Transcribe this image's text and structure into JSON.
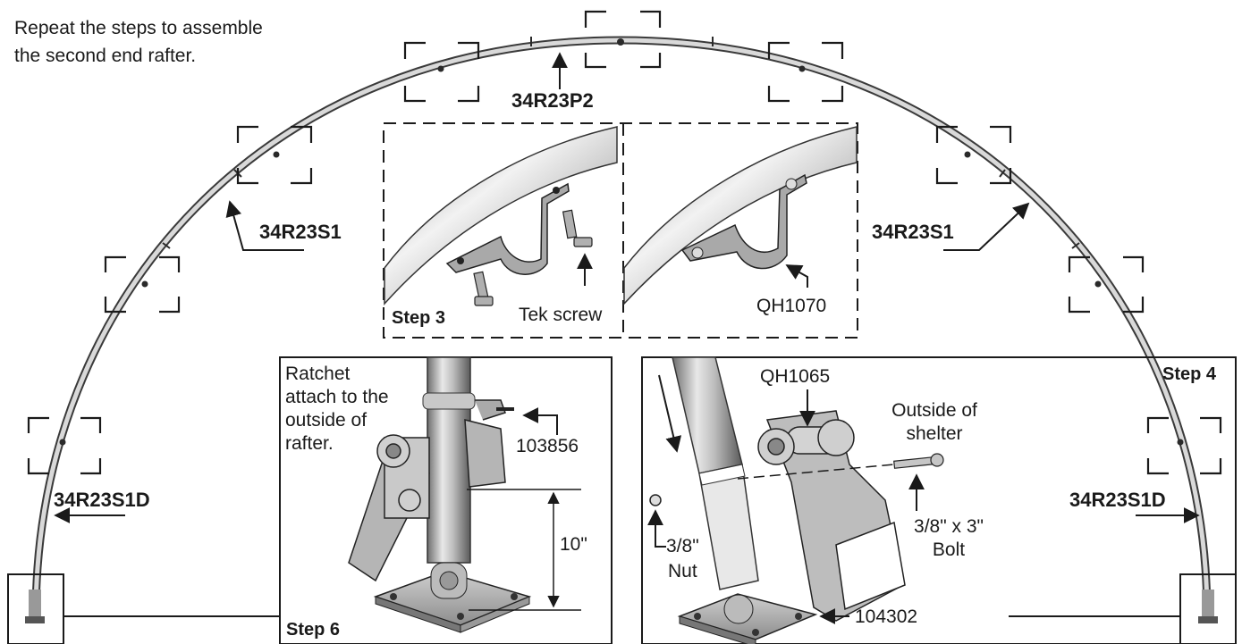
{
  "intro": {
    "line1": "Repeat the steps to assemble",
    "line2": "the second end rafter."
  },
  "parts": {
    "top_peak": "34R23P2",
    "side_left": "34R23S1",
    "side_right": "34R23S1",
    "base_left": "34R23S1D",
    "base_right": "34R23S1D"
  },
  "step3": {
    "title": "Step 3",
    "tek_screw": "Tek screw",
    "clamp_part": "QH1070"
  },
  "step6": {
    "title": "Step 6",
    "note_lines": [
      "Ratchet",
      "attach to the",
      "outside of",
      "rafter."
    ],
    "pin_part": "103856",
    "height": "10\""
  },
  "step4": {
    "title": "Step 4",
    "ratchet_part": "QH1065",
    "outside_lines": [
      "Outside of",
      "shelter"
    ],
    "bolt_lines": [
      "3/8\" x 3\"",
      "Bolt"
    ],
    "nut_lines": [
      "3/8\"",
      "Nut"
    ],
    "base_part": "104302"
  }
}
